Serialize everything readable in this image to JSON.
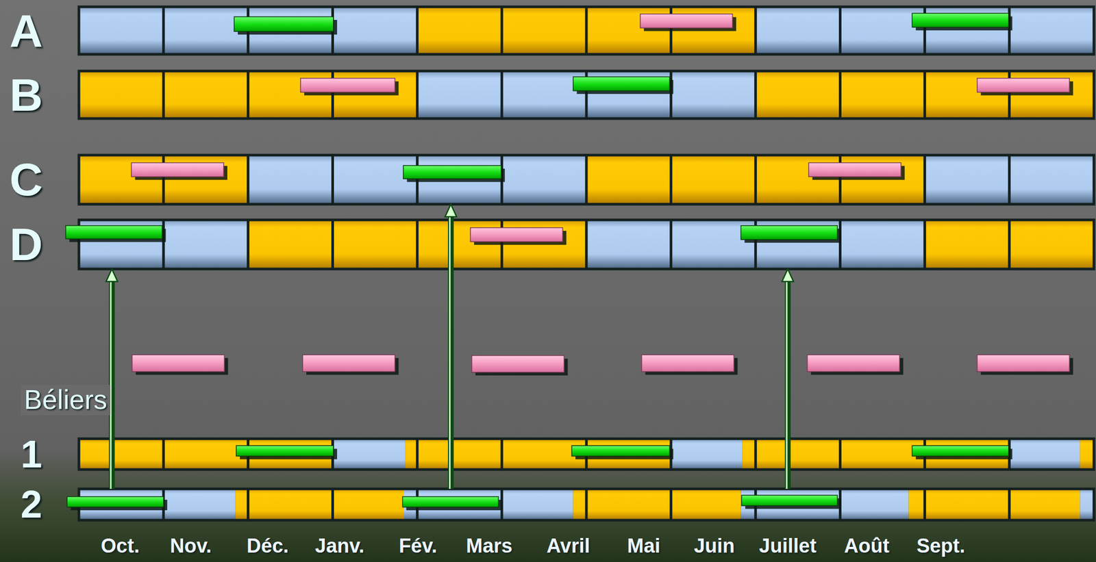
{
  "diagram": {
    "nodes": [
      {
        "text": [
          "A"
        ]
      },
      {
        "text": [
          "B"
        ]
      },
      {
        "text": [
          "C"
        ]
      },
      {
        "text": [
          "D"
        ]
      },
      {
        "text": [
          "1"
        ]
      },
      {
        "text": [
          "2"
        ]
      }
    ],
    "edges": [
      {
        "from": 5,
        "to": 3,
        "arrow": "to"
      },
      {
        "from": 5,
        "to": 2,
        "arrow": "to"
      },
      {
        "from": 5,
        "to": 3,
        "arrow": "to"
      }
    ],
    "labels": [
      "Béliers",
      "Oct.",
      "Nov.",
      "Déc.",
      "Janv.",
      "Fév.",
      "Mars",
      "Avril",
      "Mai",
      "Juin",
      "Juillet",
      "Août",
      "Sept."
    ]
  }
}
